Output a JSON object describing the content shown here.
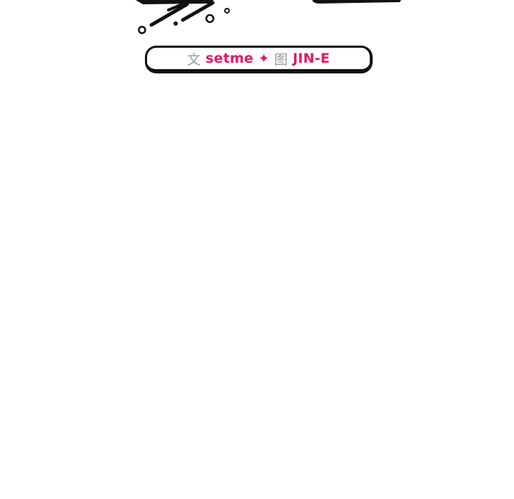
{
  "decoration": {
    "stroke_color": "#111111"
  },
  "credits": {
    "writer_label": "文",
    "writer_name": "setme",
    "separator": "✦",
    "artist_label": "图",
    "artist_name": "JIN-E",
    "accent_color": "#e0186a",
    "label_color": "#9a9a9a"
  }
}
